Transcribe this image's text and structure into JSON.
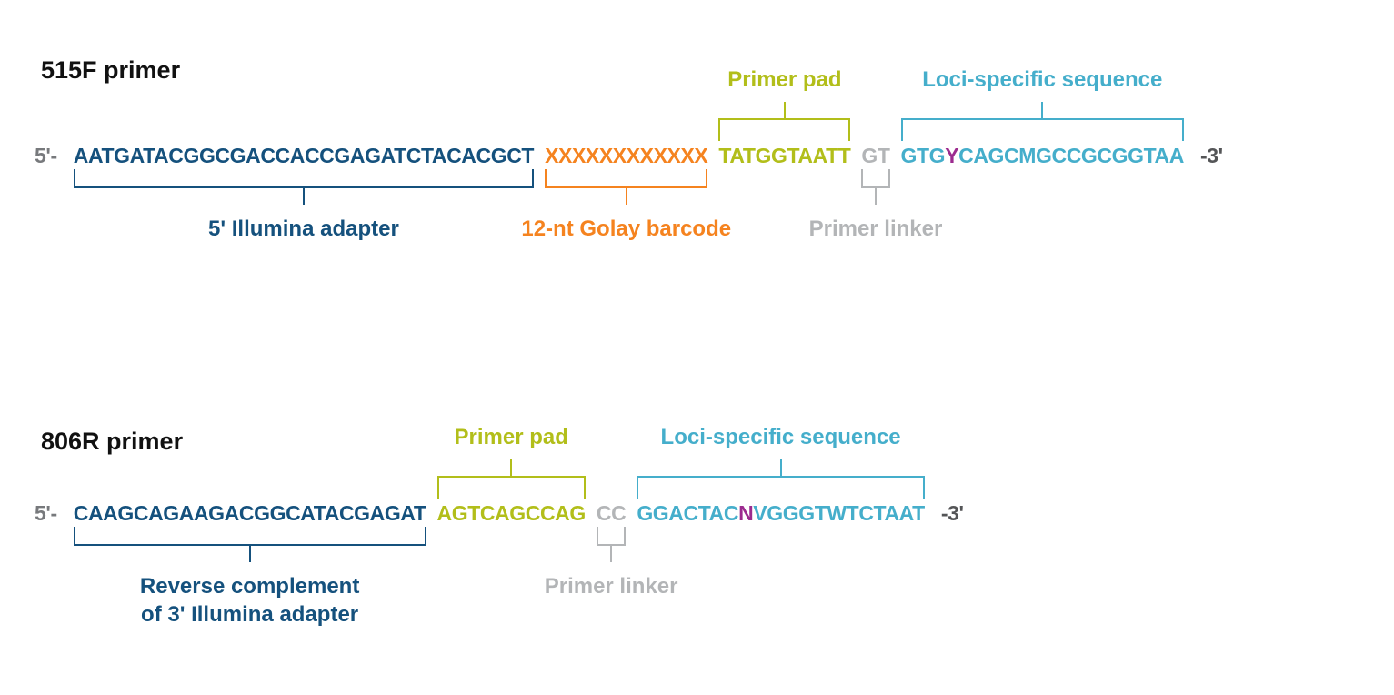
{
  "colors": {
    "title_black": "#111111",
    "adapter_blue": "#15517D",
    "barcode_orange": "#F5831F",
    "pad_olive": "#B2BE1A",
    "linker_gray": "#B3B5B7",
    "loci_teal": "#45AECB",
    "degenerate_magenta": "#9C2B8F",
    "five_prime_gray": "#77797C",
    "three_prime_gray": "#545557"
  },
  "primer_515f": {
    "title": "515F primer",
    "five_prime": "5'-",
    "three_prime": "-3'",
    "segments": {
      "adapter": {
        "sequence": "AATGATACGGCGACCACCGAGATCTACACGCT",
        "label": "5' Illumina adapter"
      },
      "barcode": {
        "sequence": "XXXXXXXXXXXX",
        "label": "12-nt Golay barcode"
      },
      "pad": {
        "sequence": "TATGGTAATT",
        "label": "Primer pad"
      },
      "linker": {
        "sequence": "GT",
        "label": "Primer linker"
      },
      "loci": {
        "pre": "GTG",
        "degenerate": "Y",
        "post": "CAGCMGCCGCGGTAA",
        "label": "Loci-specific sequence"
      }
    }
  },
  "primer_806r": {
    "title": "806R primer",
    "five_prime": "5'-",
    "three_prime": "-3'",
    "segments": {
      "adapter": {
        "sequence": "CAAGCAGAAGACGGCATACGAGAT",
        "label_line1": "Reverse complement",
        "label_line2": "of 3' Illumina adapter"
      },
      "pad": {
        "sequence": "AGTCAGCCAG",
        "label": "Primer pad"
      },
      "linker": {
        "sequence": "CC",
        "label": "Primer linker"
      },
      "loci": {
        "pre": "GGACTAC",
        "degenerate": "N",
        "post": "VGGGTWTCTAAT",
        "label": "Loci-specific sequence"
      }
    }
  }
}
